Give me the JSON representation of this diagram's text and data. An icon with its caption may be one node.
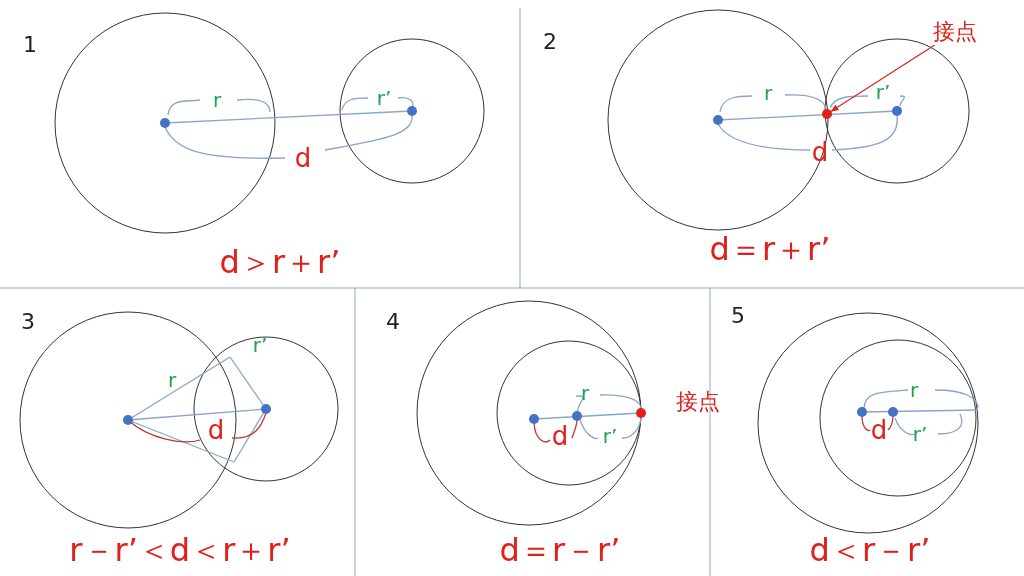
{
  "diagram": {
    "nodes": [
      {
        "text": [
          "接点"
        ]
      },
      {
        "text": [],
        "shape": "circle"
      }
    ],
    "edges": [
      {
        "from": 0,
        "to": 1,
        "arrow": "to"
      }
    ],
    "labels": [
      "1",
      "r",
      "r’",
      "d",
      "d＞r＋r’",
      "2",
      "r",
      "r’",
      "d",
      "d＝r＋r’",
      "3",
      "r",
      "r’",
      "d",
      "r－r’＜d＜r＋r’",
      "4",
      "r",
      "r’",
      "d",
      "接点",
      "d＝r－r’",
      "5",
      "r",
      "r’",
      "d",
      "d＜r－r’"
    ]
  }
}
